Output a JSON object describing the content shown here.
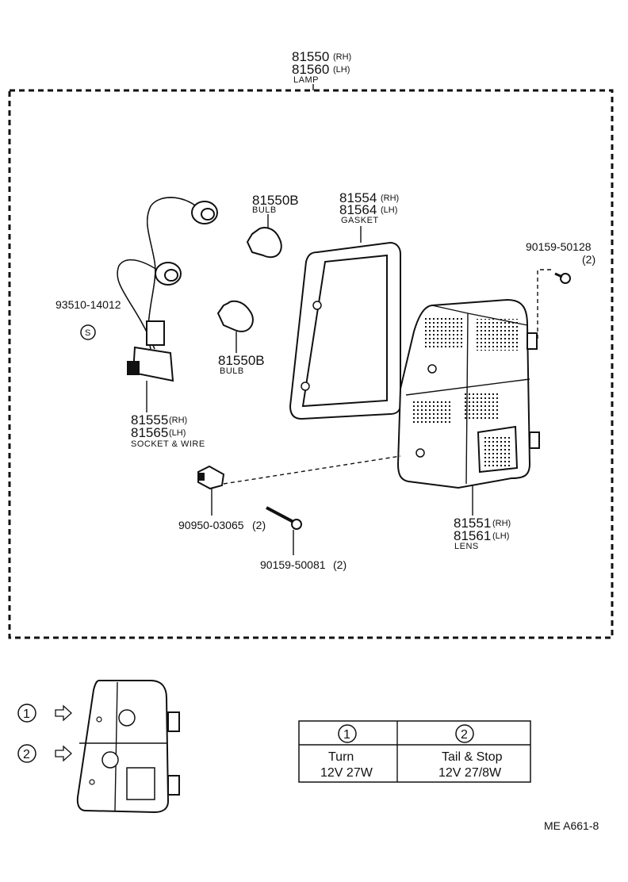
{
  "lamp": {
    "rh": "81550",
    "rh_sfx": "(RH)",
    "lh": "81560",
    "lh_sfx": "(LH)",
    "name": "LAMP"
  },
  "bulb_top": {
    "pn": "81550B",
    "name": "BULB"
  },
  "bulb_bottom": {
    "pn": "81550B",
    "name": "BULB"
  },
  "gasket": {
    "rh": "81554",
    "rh_sfx": "(RH)",
    "lh": "81564",
    "lh_sfx": "(LH)",
    "name": "GASKET"
  },
  "screw_top": {
    "pn": "90159-50128",
    "qty": "(2)"
  },
  "clip": {
    "pn": "93510-14012",
    "symbol": "S"
  },
  "socket": {
    "rh": "81555",
    "rh_sfx": "(RH)",
    "lh": "81565",
    "lh_sfx": "(LH)",
    "name": "SOCKET & WIRE"
  },
  "nut": {
    "pn": "90950-03065",
    "qty": "(2)"
  },
  "screw_bottom": {
    "pn": "90159-50081",
    "qty": "(2)"
  },
  "lens": {
    "rh": "81551",
    "rh_sfx": "(RH)",
    "lh": "81561",
    "lh_sfx": "(LH)",
    "name": "LENS"
  },
  "legend": {
    "markers": [
      "1",
      "2"
    ],
    "table": {
      "headers": [
        "1",
        "2"
      ],
      "rows": [
        [
          "Turn",
          "Tail & Stop"
        ],
        [
          "12V 27W",
          "12V 27/8W"
        ]
      ]
    }
  },
  "footer": {
    "code": "ME  A661-8"
  }
}
